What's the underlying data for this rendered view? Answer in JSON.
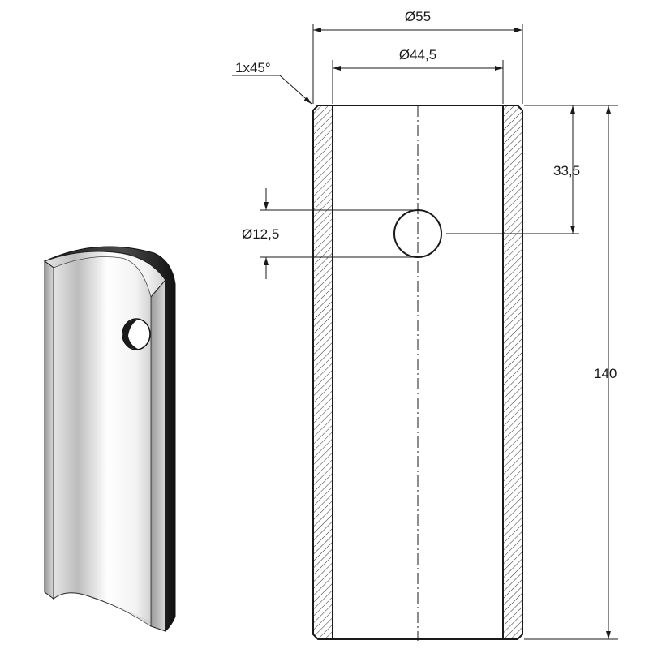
{
  "dimensions": {
    "outer_diameter": "Ø55",
    "inner_diameter": "Ø44,5",
    "chamfer": "1x45°",
    "hole_diameter": "Ø12,5",
    "hole_position": "33,5",
    "length": "140"
  }
}
